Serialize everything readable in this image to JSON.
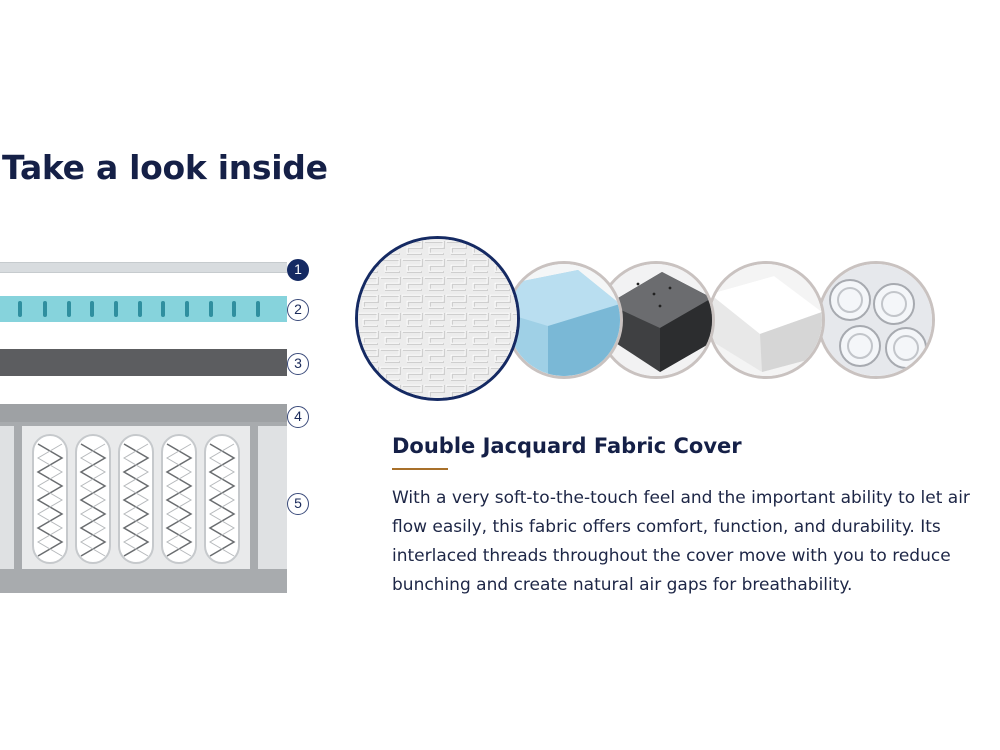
{
  "heading": "Take a look inside",
  "layers": [
    {
      "number": "1",
      "active": true
    },
    {
      "number": "2",
      "active": false
    },
    {
      "number": "3",
      "active": false
    },
    {
      "number": "4",
      "active": false
    },
    {
      "number": "5",
      "active": false
    }
  ],
  "colors": {
    "navy": "#152a63",
    "accent_rule": "#a8702a",
    "gel_foam": "#86d3dc",
    "charcoal_foam": "#5c5d60"
  },
  "selected_layer": {
    "title": "Double Jacquard Fabric Cover",
    "description": "With a very soft-to-the-touch feel and the important ability to let air flow easily, this fabric offers comfort, function, and durability. Its interlaced threads throughout the cover move with you to reduce bunching and create natural air gaps for breathability."
  }
}
